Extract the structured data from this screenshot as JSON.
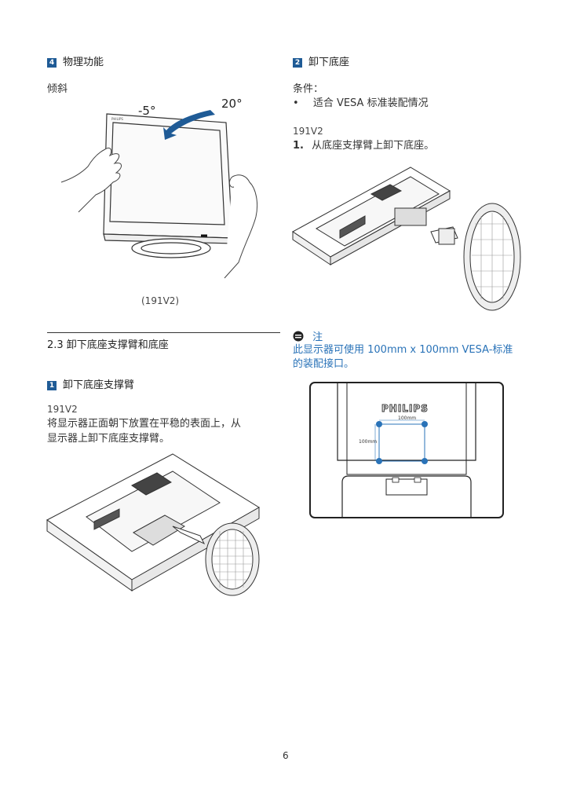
{
  "left": {
    "section4_badge": "4",
    "section4_title": "物理功能",
    "tilt_label": "倾斜",
    "angle_minus": "-5°",
    "angle_plus": "20°",
    "fig1_caption": "(191V2)",
    "section23_title": "2.3 卸下底座支撑臂和底座",
    "step1_badge": "1",
    "step1_title": "卸下底座支撑臂",
    "step1_model": "191V2",
    "step1_text_1": "将显示器正面朝下放置在平稳的表面上，从",
    "step1_text_2": "显示器上卸下底座支撑臂。"
  },
  "right": {
    "step2_badge": "2",
    "step2_title": "卸下底座",
    "condition_label": "条件：",
    "bullet_char": "•",
    "condition_item": "适合 VESA 标准装配情况",
    "model": "191V2",
    "step_num": "1.",
    "step_text": "从底座支撑臂上卸下底座。",
    "note_title": "注",
    "note_line1": "此显示器可使用 100mm x 100mm VESA-标准",
    "note_line2": "的装配接口。",
    "brand": "PHILIPS",
    "dim_h": "100mm",
    "dim_v": "100mm"
  },
  "footer": {
    "page_number": "6"
  },
  "colors": {
    "badge": "#1f5b96",
    "note": "#2a73b8",
    "arrow": "#1f5b96"
  }
}
